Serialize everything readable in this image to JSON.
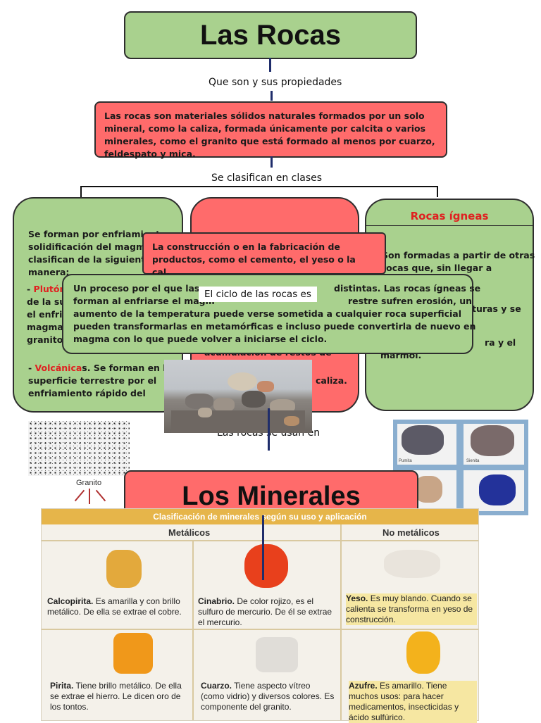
{
  "title": "Las Rocas",
  "subtitle": "Que son y sus propiedades",
  "definition": "Las rocas son materiales sólidos naturales formados por un solo mineral, como la caliza, formada únicamente por calcita o varios minerales, como el granito que está formado al menos por cuarzo, feldespato y mica.",
  "classify_label": "Se clasifican en clases",
  "left_box": {
    "line1": "Se forman por enfriamient",
    "line2": "solidificación del magma.",
    "line3": "clasifican de la siguiente",
    "line4": "manera:",
    "plutonicas_label": "Plutón",
    "p_line2": "de la su",
    "p_line3": "el enfria",
    "p_line4": "magma",
    "p_line5": "granito.",
    "volcanicas_label": "Volcánica",
    "v_rest": "s. Se forman en la",
    "v_line2": "superficie terrestre por el",
    "v_line3": "enfriamiento rápido del"
  },
  "middle_box": {
    "line1": "acumulación de restos de",
    "line2": "caliza."
  },
  "right_box": {
    "heading": "Rocas ígneas",
    "line1": "Son formadas a partir de otras",
    "line2": "rocas que, sin llegar a",
    "line3": "turas y se",
    "line4": "ra y el",
    "line5": "mármol."
  },
  "uses_box": "La construcción o en la fabricación de productos, como el cemento, el yeso o la cal.",
  "cycle_box": {
    "label": "El ciclo de las rocas es",
    "text_a": "Un proceso por el que las ro",
    "text_b": "distintas. Las rocas ígneas se",
    "line2a": "forman al enfriarse el magm",
    "line2b": "restre sufren erosión, un",
    "line3": "aumento de la temperatura puede verse sometida a cualquier roca superficial",
    "line4": "pueden transformarlas en metamórficas e incluso puede convertirla de nuevo en",
    "line5": "magma con lo que puede volver a iniciarse el ciclo."
  },
  "uses_label": "Las rocas se usan en",
  "granito_label": "Granito",
  "photo_labels": {
    "pumita": "Pumita",
    "sienita": "Sienita"
  },
  "minerals_title": "Los Minerales",
  "mineral_table": {
    "header": "Clasificación de minerales según su uso y aplicación",
    "col_metalicos": "Metálicos",
    "col_no_metalicos": "No metálicos",
    "calcopirita_name": "Calcopirita.",
    "calcopirita_text": "Es amarilla y con brillo metálico. De ella se extrae el cobre.",
    "cinabrio_name": "Cinabrio.",
    "cinabrio_text": "De color rojizo, es el sulfuro de mercurio. De él se extrae el mercurio.",
    "yeso_name": "Yeso.",
    "yeso_text": "Es muy blando. Cuando se calienta se transforma en yeso de construcción.",
    "pirita_name": "Pirita.",
    "pirita_text": "Tiene brillo metálico. De ella se extrae el hierro. Le dicen oro de los tontos.",
    "cuarzo_name": "Cuarzo.",
    "cuarzo_text": "Tiene aspecto vítreo (como vidrio) y diversos colores. Es componente del granito.",
    "azufre_name": "Azufre.",
    "azufre_text": "Es amarillo. Tiene muchos usos: para hacer medicamentos, insecticidas y ácido sulfúrico."
  }
}
